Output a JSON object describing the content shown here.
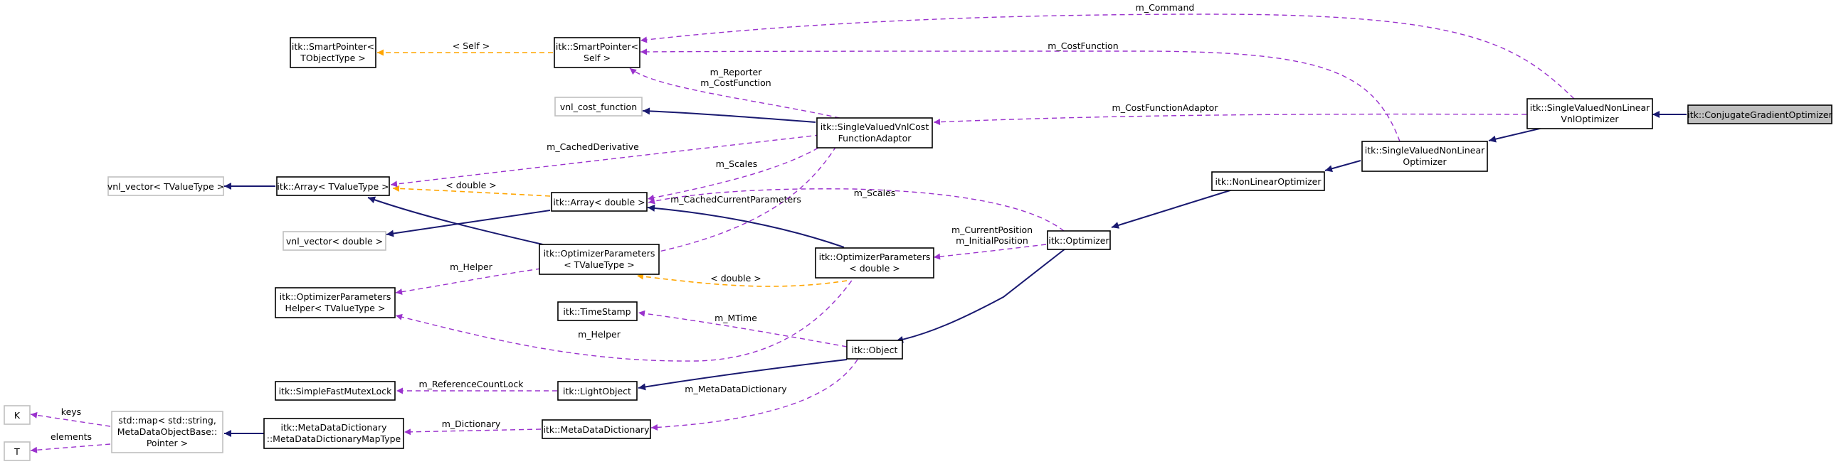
{
  "nodes": {
    "conjugate": {
      "lines": [
        "itk::ConjugateGradientOptimizer"
      ]
    },
    "svnl_vnl": {
      "lines": [
        "itk::SingleValuedNonLinear",
        "VnlOptimizer"
      ]
    },
    "svnl": {
      "lines": [
        "itk::SingleValuedNonLinear",
        "Optimizer"
      ]
    },
    "nonlinear": {
      "lines": [
        "itk::NonLinearOptimizer"
      ]
    },
    "optimizer": {
      "lines": [
        "itk::Optimizer"
      ]
    },
    "object": {
      "lines": [
        "itk::Object"
      ]
    },
    "lightobject": {
      "lines": [
        "itk::LightObject"
      ]
    },
    "mutex": {
      "lines": [
        "itk::SimpleFastMutexLock"
      ]
    },
    "timestamp": {
      "lines": [
        "itk::TimeStamp"
      ]
    },
    "metadict": {
      "lines": [
        "itk::MetaDataDictionary"
      ]
    },
    "metadict_map": {
      "lines": [
        "itk::MetaDataDictionary",
        "::MetaDataDictionaryMapType"
      ]
    },
    "stdmap": {
      "lines": [
        "std::map< std::string,",
        "MetaDataObjectBase::",
        "Pointer >"
      ]
    },
    "k": {
      "lines": [
        "K"
      ]
    },
    "t": {
      "lines": [
        "T"
      ]
    },
    "adaptor": {
      "lines": [
        "itk::SingleValuedVnlCost",
        "FunctionAdaptor"
      ]
    },
    "vnl_cost": {
      "lines": [
        "vnl_cost_function"
      ]
    },
    "smartptr_self": {
      "lines": [
        "itk::SmartPointer<",
        "Self >"
      ]
    },
    "smartptr_t": {
      "lines": [
        "itk::SmartPointer<",
        "TObjectType >"
      ]
    },
    "array_t": {
      "lines": [
        "itk::Array< TValueType >"
      ]
    },
    "vnl_vector_t": {
      "lines": [
        "vnl_vector< TValueType >"
      ]
    },
    "array_d": {
      "lines": [
        "itk::Array< double >"
      ]
    },
    "vnl_vector_d": {
      "lines": [
        "vnl_vector< double >"
      ]
    },
    "optparams_t": {
      "lines": [
        "itk::OptimizerParameters",
        "< TValueType >"
      ]
    },
    "optparams_d": {
      "lines": [
        "itk::OptimizerParameters",
        "< double >"
      ]
    },
    "optparams_helper": {
      "lines": [
        "itk::OptimizerParameters",
        "Helper< TValueType >"
      ]
    }
  },
  "edge_labels": {
    "m_command": "m_Command",
    "m_costfunction": "m_CostFunction",
    "m_costfunctionadaptor": "m_CostFunctionAdaptor",
    "self_tmpl": "< Self >",
    "m_reporter": [
      "m_Reporter",
      "m_CostFunction"
    ],
    "m_cachedderivative": "m_CachedDerivative",
    "m_scales_adaptor": "m_Scales",
    "m_scales_opt": "m_Scales",
    "double_tmpl_array": "< double >",
    "m_cachedcurrentparameters": "m_CachedCurrentParameters",
    "m_position": [
      "m_CurrentPosition",
      "m_InitialPosition"
    ],
    "m_helper_top": "m_Helper",
    "double_tmpl_params": "< double >",
    "m_mtime": "m_MTime",
    "m_helper_bottom": "m_Helper",
    "m_referencecountlock": "m_ReferenceCountLock",
    "m_metadatadictionary": "m_MetaDataDictionary",
    "m_dictionary": "m_Dictionary",
    "keys": "keys",
    "elements": "elements"
  },
  "colors": {
    "inheritance": "#191970",
    "member": "#9a32cd",
    "template": "#ffa500",
    "focus_fill": "#bfbfbf",
    "external_border": "#bfbfbf"
  }
}
